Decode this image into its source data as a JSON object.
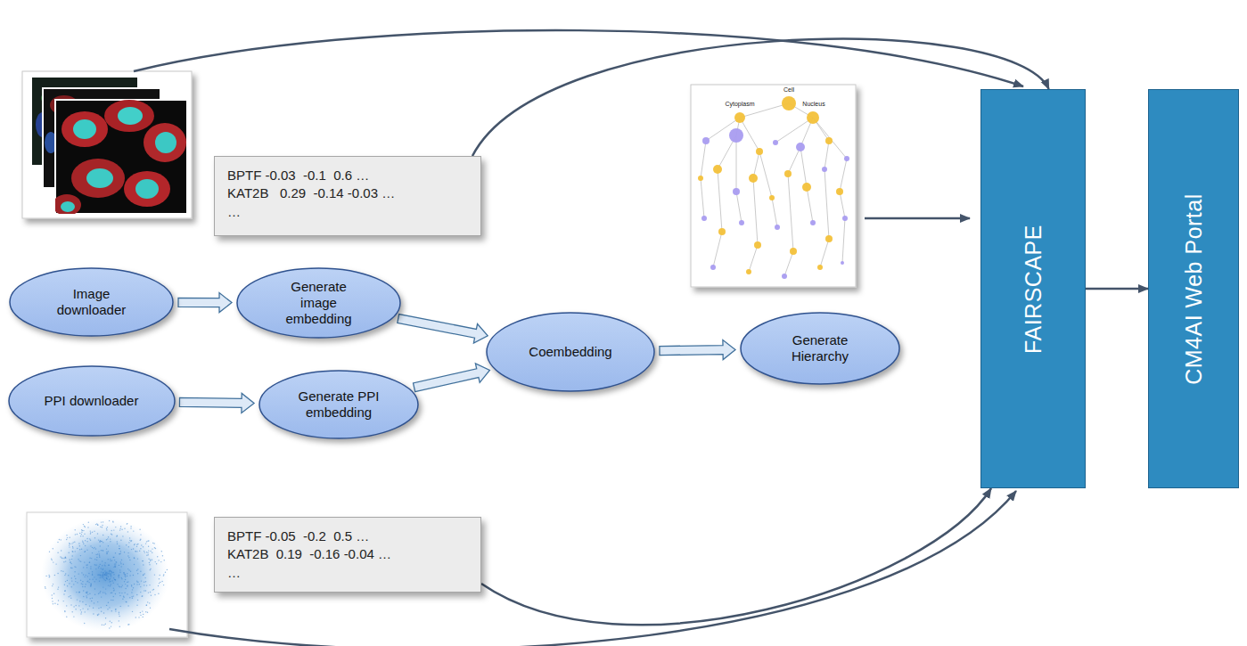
{
  "diagram": {
    "nodes": [
      {
        "text": [
          "BPTF -0.03  -0.1  0.6 …",
          "KAT2B   0.29  -0.14 -0.03 …",
          "…"
        ]
      },
      {
        "text": [
          "Image downloader"
        ]
      },
      {
        "text": [
          "Generate image embedding"
        ]
      },
      {
        "text": [
          "Coembedding"
        ]
      },
      {
        "text": [
          "Generate Hierarchy"
        ]
      },
      {
        "text": [
          "PPI downloader"
        ]
      },
      {
        "text": [
          "Generate PPI embedding"
        ]
      },
      {
        "text": [
          "BPTF -0.05  -0.2  0.5 …",
          "KAT2B  0.19  -0.16 -0.04 …",
          "…"
        ]
      },
      {
        "text": [
          "FAIRSCAPE"
        ]
      },
      {
        "text": [
          "CM4AI Web Portal"
        ]
      }
    ],
    "edges": [
      {
        "from": 1,
        "to": 2,
        "arrow": "to"
      },
      {
        "from": 2,
        "to": 3,
        "arrow": "to"
      },
      {
        "from": 5,
        "to": 6,
        "arrow": "to"
      },
      {
        "from": 6,
        "to": 3,
        "arrow": "to"
      },
      {
        "from": 3,
        "to": 4,
        "arrow": "to"
      },
      {
        "from": 0,
        "to": 8,
        "arrow": "to"
      },
      {
        "from": 7,
        "to": 8,
        "arrow": "to"
      },
      {
        "from": 8,
        "to": 9,
        "arrow": "to"
      }
    ],
    "labels": [
      "Cell",
      "Cytoplasm",
      "Nucleus"
    ]
  }
}
